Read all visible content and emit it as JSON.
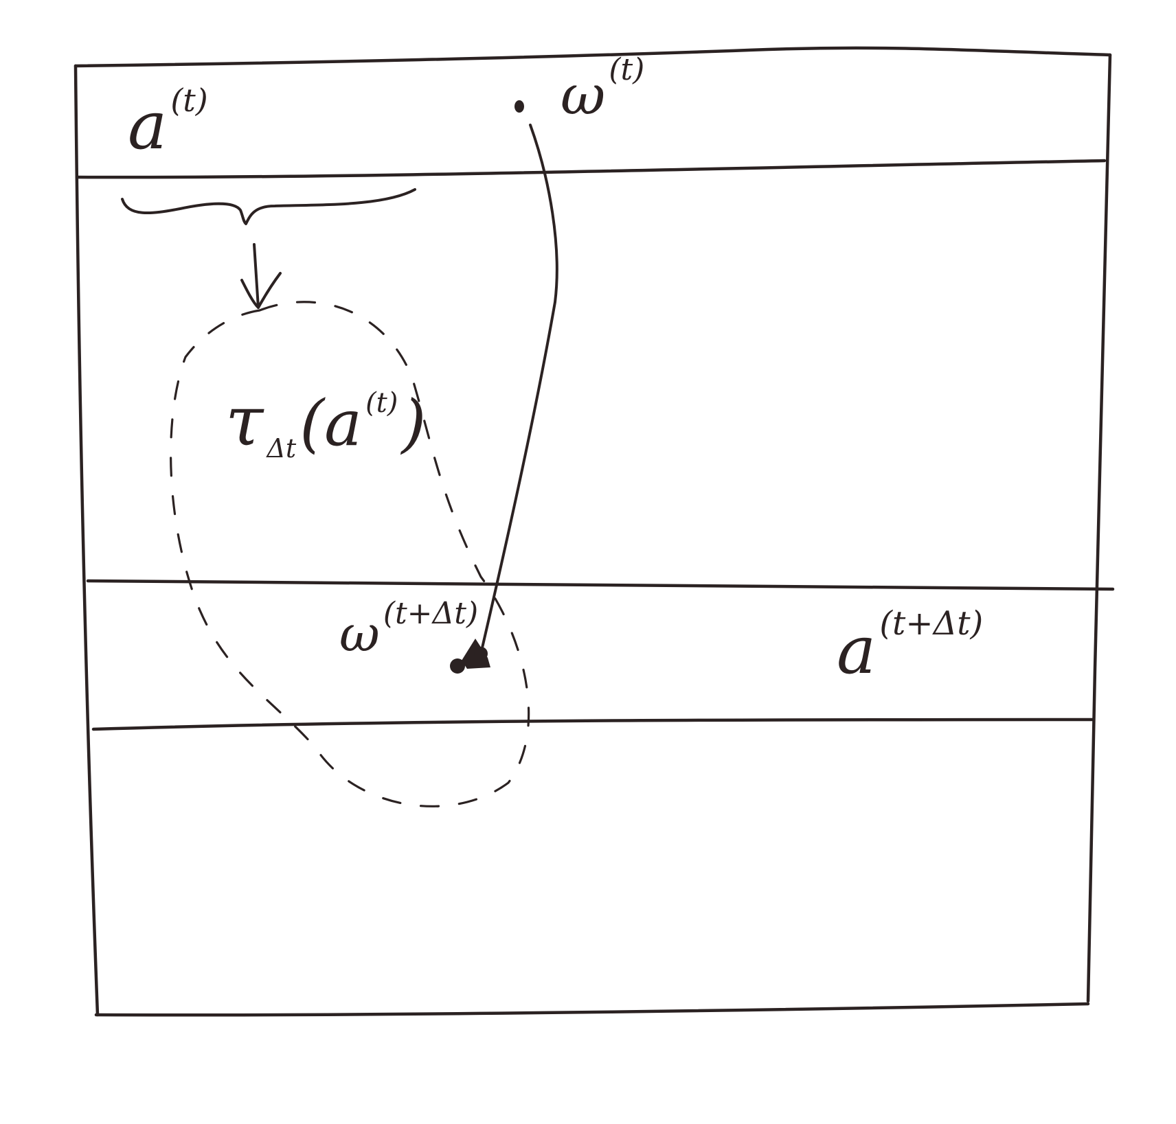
{
  "colors": {
    "ink": "#2b2222",
    "paper": "#ffffff"
  },
  "labels": {
    "a_t": {
      "base": "a",
      "sup": "(t)"
    },
    "w_t": {
      "base": "ω",
      "sup": "(t)"
    },
    "tau": {
      "base": "τ",
      "sub": "Δt",
      "arg_open": "(a",
      "arg_sup": "(t)",
      "arg_close": ")"
    },
    "w_t_dt": {
      "base": "ω",
      "sup": "(t+Δt)"
    },
    "a_t_dt": {
      "base": "a",
      "sup": "(t+Δt)"
    }
  }
}
